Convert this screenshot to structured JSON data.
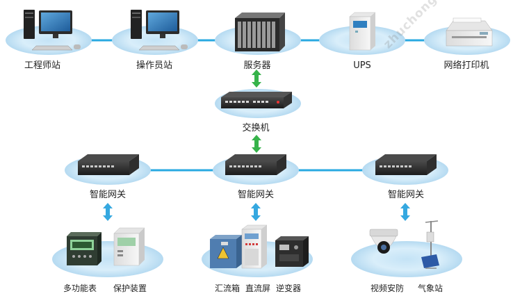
{
  "colors": {
    "link": "#29a9e1",
    "ellipse_light": "#e4f2fb",
    "ellipse_mid": "#b9dcf2",
    "green_arrow": "#36b34a",
    "blue_arrow": "#35a8e0",
    "device_dark": "#2a2a2a"
  },
  "watermark": "zhuchong.com",
  "top_row": {
    "engineer": "工程师站",
    "operator": "操作员站",
    "server": "服务器",
    "ups": "UPS",
    "printer": "网络打印机"
  },
  "switch": {
    "label": "交换机"
  },
  "gateways": {
    "left": "智能网关",
    "center": "智能网关",
    "right": "智能网关"
  },
  "bottom": {
    "left": {
      "meter": "多功能表",
      "protection": "保护装置"
    },
    "center": {
      "combiner": "汇流箱",
      "dc_panel": "直流屏",
      "inverter": "逆变器"
    },
    "right": {
      "camera": "视频安防",
      "weather": "气象站"
    }
  }
}
